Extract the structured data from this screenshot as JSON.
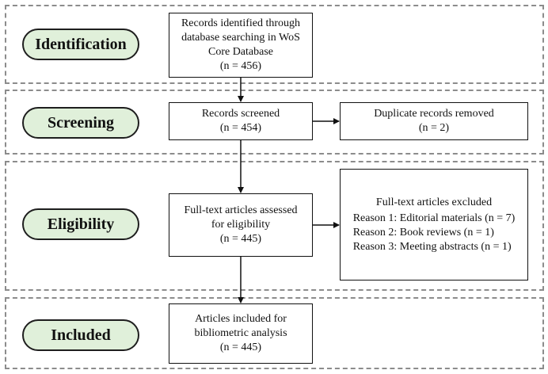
{
  "stages": {
    "identification": "Identification",
    "screening": "Screening",
    "eligibility": "Eligibility",
    "included": "Included"
  },
  "boxes": {
    "identified": {
      "lines": [
        "Records identified through",
        "database searching in WoS",
        "Core Database",
        "(n = 456)"
      ]
    },
    "screened": {
      "lines": [
        "Records screened",
        "(n = 454)"
      ]
    },
    "duplicates": {
      "lines": [
        "Duplicate records removed",
        "(n = 2)"
      ]
    },
    "assessed": {
      "lines": [
        "Full-text articles assessed",
        "for eligibility",
        "(n = 445)"
      ]
    },
    "excluded": {
      "heading": "Full-text articles excluded",
      "reasons": [
        "Reason 1: Editorial materials (n = 7)",
        "Reason 2: Book reviews (n = 1)",
        "Reason 3: Meeting abstracts (n = 1)"
      ]
    },
    "included": {
      "lines": [
        "Articles included for",
        "bibliometric analysis",
        "(n = 445)"
      ]
    }
  }
}
